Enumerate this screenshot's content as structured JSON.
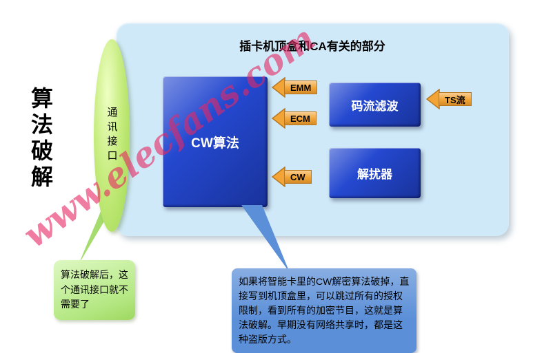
{
  "side_title": "算法破解",
  "watermark": "www.elecfans.com",
  "panel": {
    "title": "插卡机顶盒和CA有关的部分"
  },
  "boxes": {
    "cw": "CW算法",
    "stream_filter": "码流滤波",
    "descrambler": "解扰器"
  },
  "arrows": {
    "emm": "EMM",
    "ecm": "ECM",
    "cw": "CW",
    "ts": "TS流"
  },
  "interface_ellipse": "通讯接口",
  "callouts": {
    "green": "算法破解后，这个通讯接口就不需要了",
    "blue": "如果将智能卡里的CW解密算法破掉，直接写到机顶盒里，可以跳过所有的授权限制，看到所有的加密节目，这就是算法破解。早期没有网络共享时，都是这种盗版方式。"
  },
  "colors": {
    "box_blue": "#2448d0",
    "arrow_orange": "#f2a436",
    "container_blue": "#cfe9f8",
    "ellipse_green": "#9fd84e",
    "green_callout_bg": "#b5e884",
    "blue_callout_bg": "#5b8fd8",
    "watermark_red": "#e72864"
  }
}
